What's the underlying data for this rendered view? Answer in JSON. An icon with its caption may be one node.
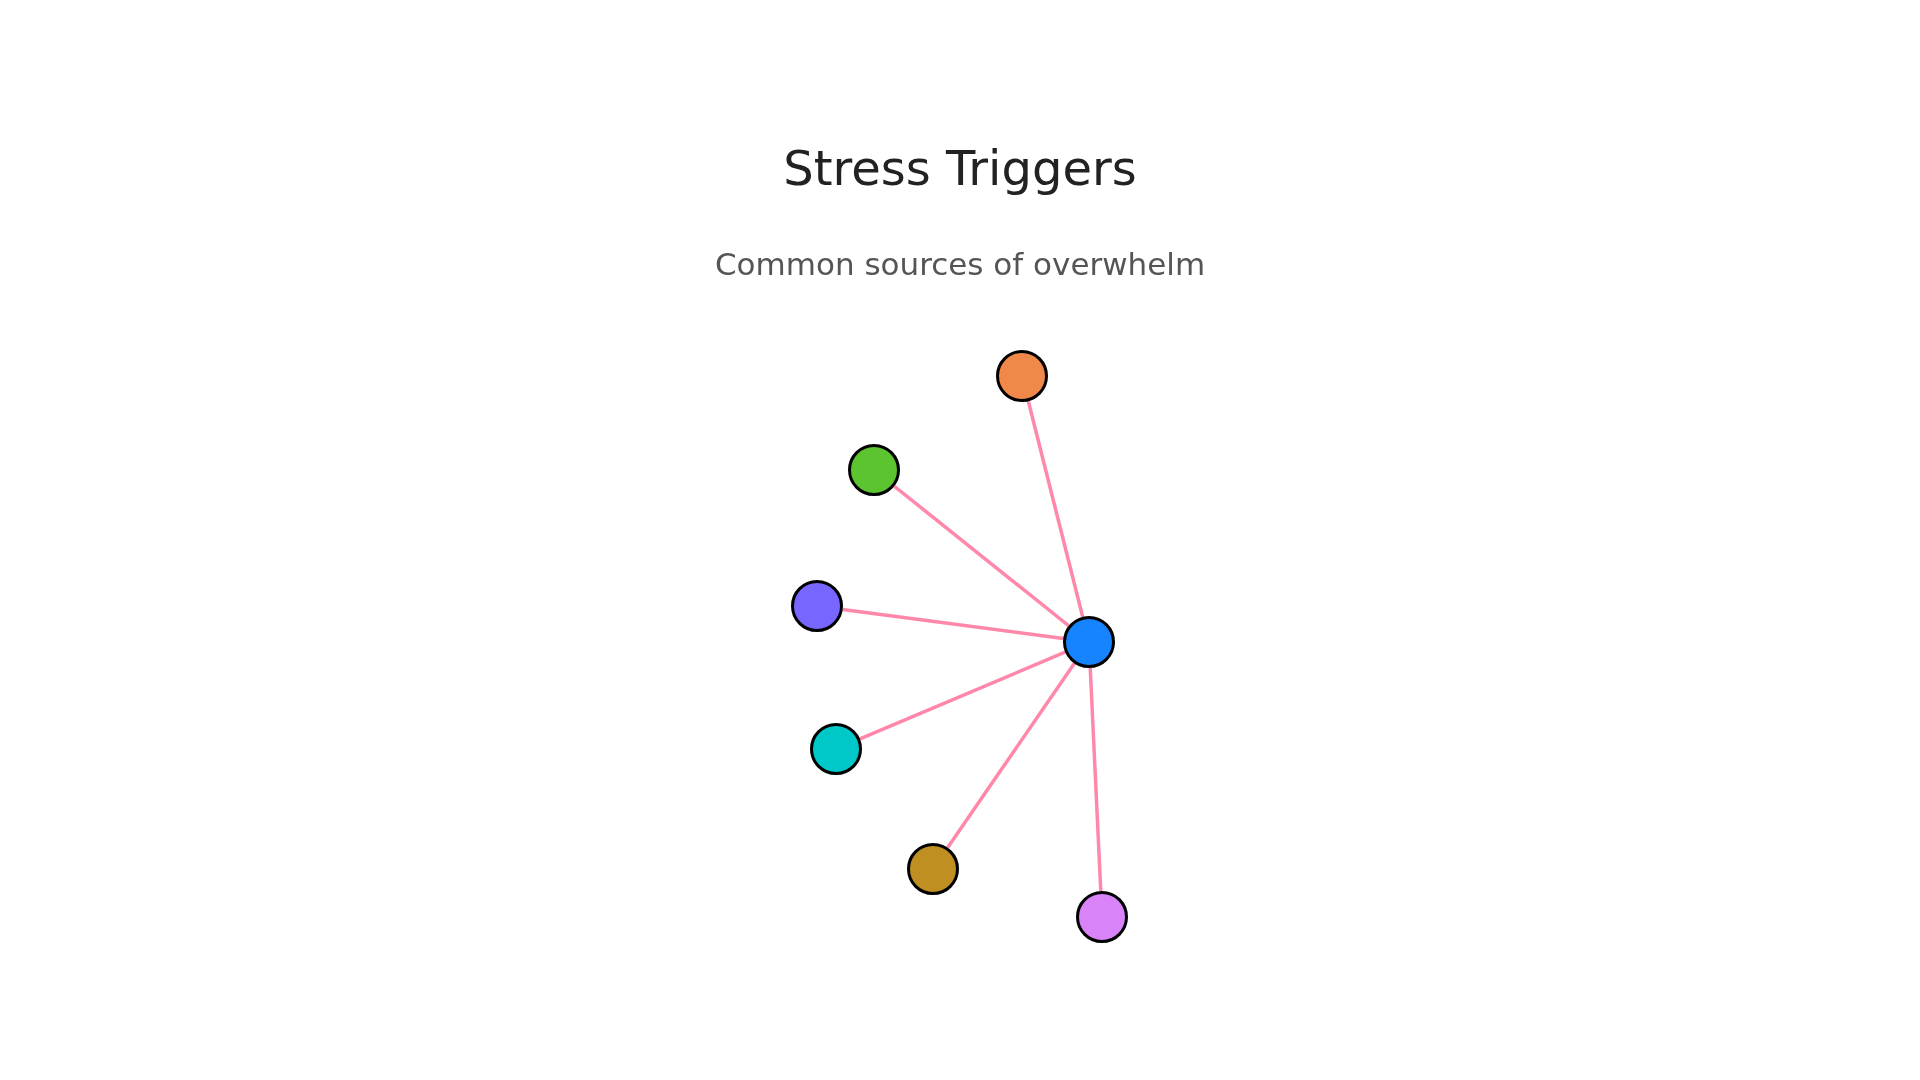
{
  "diagram": {
    "title": "Stress Triggers",
    "caption": "Common sources of overwhelm",
    "nodes": [
      {
        "text": [],
        "shape": "circle"
      },
      {
        "text": [],
        "shape": "circle"
      },
      {
        "text": [],
        "shape": "circle"
      },
      {
        "text": [],
        "shape": "circle"
      },
      {
        "text": [],
        "shape": "circle"
      },
      {
        "text": [],
        "shape": "circle"
      },
      {
        "text": [],
        "shape": "circle"
      }
    ],
    "edges": [
      {
        "from": 3,
        "to": 0,
        "arrow": "none"
      },
      {
        "from": 3,
        "to": 1,
        "arrow": "none"
      },
      {
        "from": 3,
        "to": 2,
        "arrow": "none"
      },
      {
        "from": 3,
        "to": 4,
        "arrow": "none"
      },
      {
        "from": 3,
        "to": 5,
        "arrow": "none"
      },
      {
        "from": 3,
        "to": 6,
        "arrow": "none"
      }
    ]
  }
}
